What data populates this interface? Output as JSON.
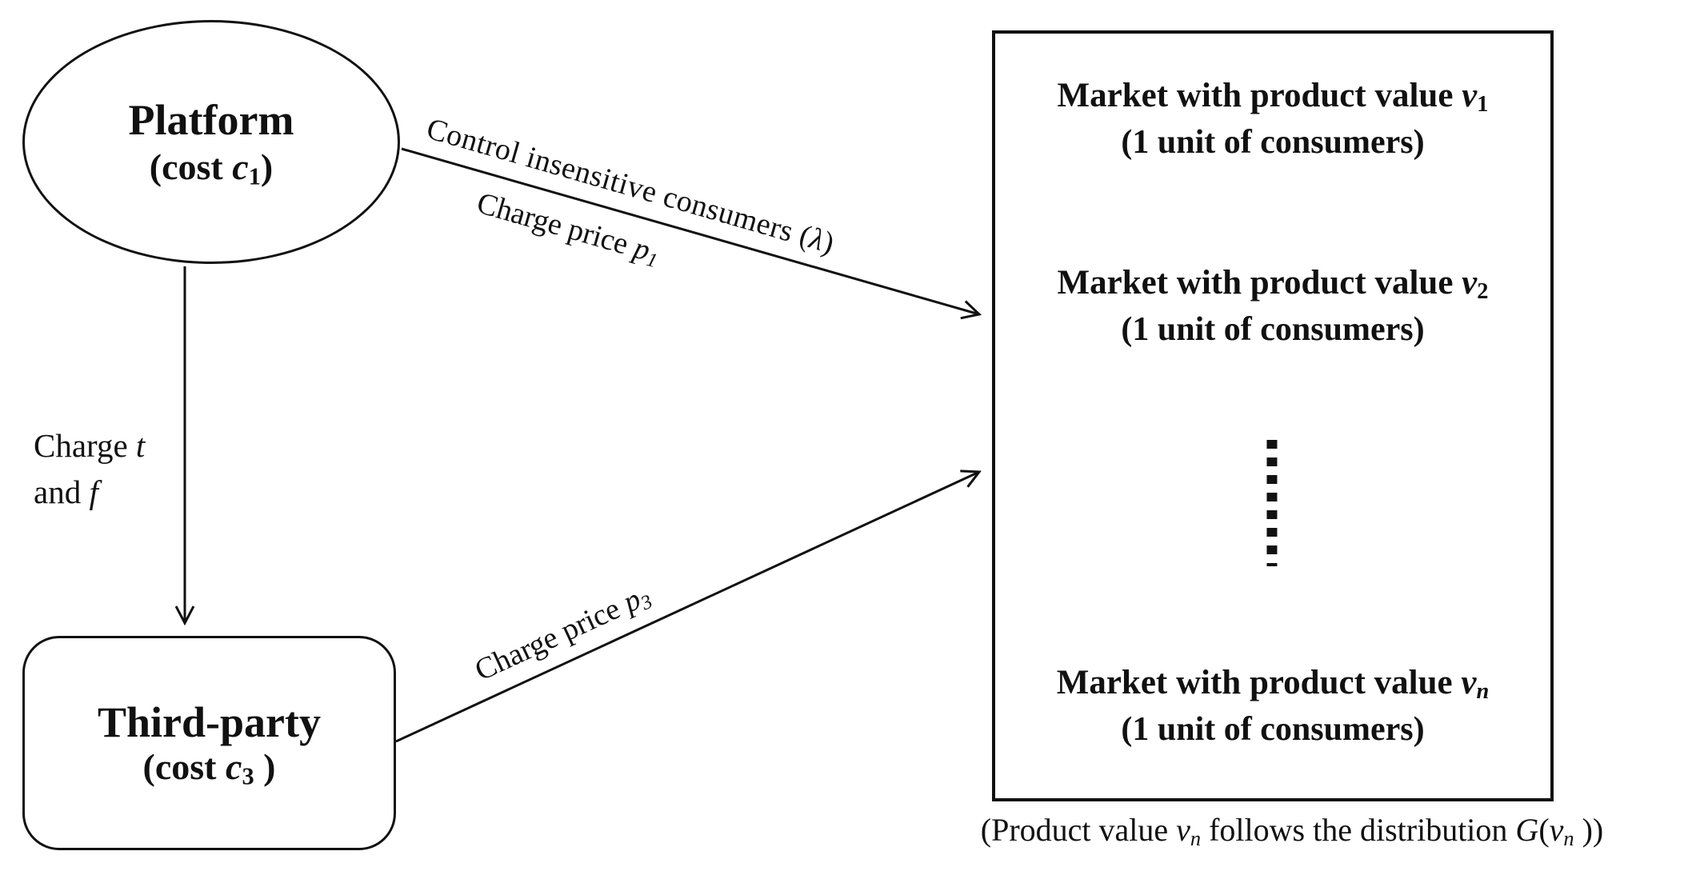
{
  "colors": {
    "ink": "#111111",
    "background": "#ffffff"
  },
  "nodes": {
    "platform": {
      "title": "Platform",
      "subtitle_parts": [
        {
          "t": "(cost "
        },
        {
          "t": "c",
          "i": true
        },
        {
          "t": "1",
          "sub": true
        },
        {
          "t": ")"
        }
      ]
    },
    "third_party": {
      "title": "Third-party",
      "subtitle_parts": [
        {
          "t": "(cost "
        },
        {
          "t": "c",
          "i": true
        },
        {
          "t": "3",
          "sub": true
        },
        {
          "t": " )"
        }
      ]
    },
    "markets_box": {
      "rows": [
        {
          "line1_parts": [
            {
              "t": "Market with product value "
            },
            {
              "t": "v",
              "i": true
            },
            {
              "t": "1",
              "sub": true
            }
          ],
          "line2": "(1 unit of consumers)"
        },
        {
          "line1_parts": [
            {
              "t": "Market with product value "
            },
            {
              "t": "v",
              "i": true
            },
            {
              "t": "2",
              "sub": true
            }
          ],
          "line2": "(1 unit of consumers)"
        },
        {
          "line1_parts": [
            {
              "t": "Market with product value "
            },
            {
              "t": "v",
              "i": true
            },
            {
              "t": "n",
              "sub": true,
              "i": true
            }
          ],
          "line2": "(1 unit of consumers)"
        }
      ]
    }
  },
  "edges": {
    "platform_to_markets": {
      "label_top_parts": [
        {
          "t": "Control insensitive consumers ("
        },
        {
          "t": "λ",
          "i": true
        },
        {
          "t": ")"
        }
      ],
      "label_bottom_parts": [
        {
          "t": "Charge price "
        },
        {
          "t": "p",
          "i": true
        },
        {
          "t": "1",
          "sub": true,
          "i": true
        }
      ]
    },
    "platform_to_third_party": {
      "label_line1_parts": [
        {
          "t": "Charge "
        },
        {
          "t": "t",
          "i": true
        }
      ],
      "label_line2_parts": [
        {
          "t": "and "
        },
        {
          "t": "f",
          "i": true
        }
      ]
    },
    "third_party_to_markets": {
      "label_parts": [
        {
          "t": "Charge price "
        },
        {
          "t": "p",
          "i": true
        },
        {
          "t": "3",
          "sub": true,
          "i": true
        }
      ]
    }
  },
  "caption_parts": [
    {
      "t": "(Product value "
    },
    {
      "t": "v",
      "i": true
    },
    {
      "t": "n",
      "sub": true,
      "i": true
    },
    {
      "t": " follows the distribution "
    },
    {
      "t": "G",
      "i": true
    },
    {
      "t": "("
    },
    {
      "t": "v",
      "i": true
    },
    {
      "t": "n",
      "sub": true,
      "i": true
    },
    {
      "t": " ))"
    }
  ]
}
